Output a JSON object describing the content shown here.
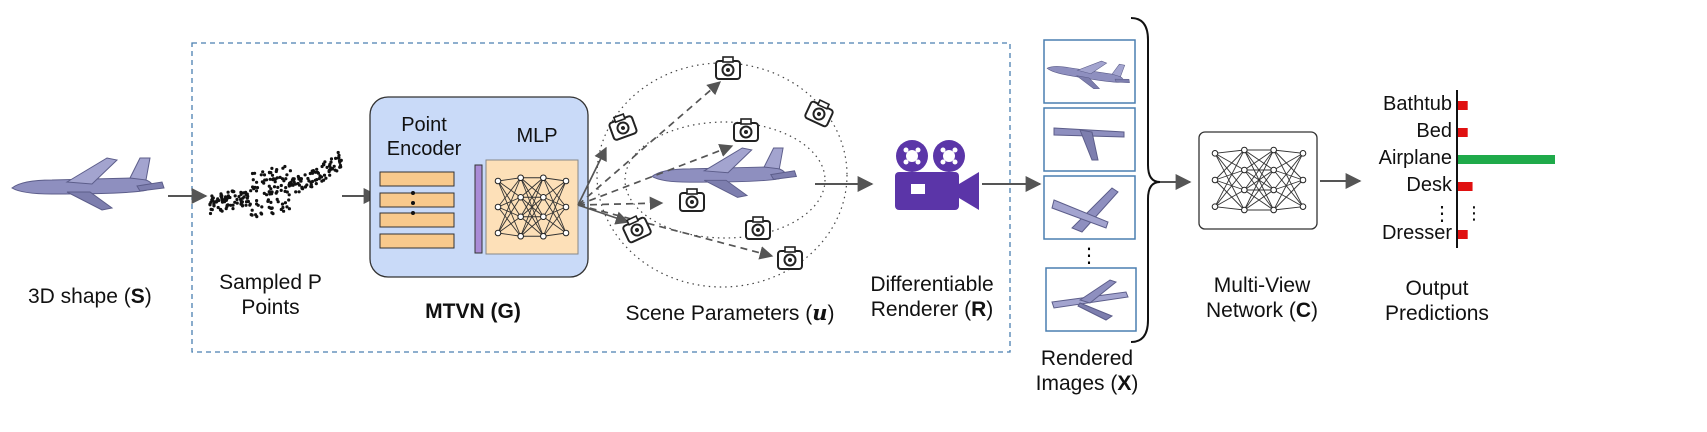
{
  "labels": {
    "shape": "3D shape",
    "shape_sym": "S",
    "sampled_line1": "Sampled P",
    "sampled_line2": "Points",
    "point_encoder_line1": "Point",
    "point_encoder_line2": "Encoder",
    "mlp": "MLP",
    "mtvn": "MTVN (G)",
    "scene_params": "Scene Parameters",
    "scene_sym": "u",
    "renderer_line1": "Differentiable",
    "renderer_line2": "Renderer",
    "renderer_sym": "R",
    "rendered_line1": "Rendered",
    "rendered_line2": "Images",
    "rendered_sym": "X",
    "mvn_line1": "Multi-View",
    "mvn_line2": "Network",
    "mvn_sym": "C",
    "output_line1": "Output",
    "output_line2": "Predictions",
    "vdots": "⋮"
  },
  "predictions": [
    {
      "label": "Bathtub",
      "score": 0.1,
      "color": "#e01010"
    },
    {
      "label": "Bed",
      "score": 0.1,
      "color": "#e01010"
    },
    {
      "label": "Airplane",
      "score": 1.0,
      "color": "#1faa4a"
    },
    {
      "label": "Desk",
      "score": 0.15,
      "color": "#e01010"
    },
    {
      "label": "⋮",
      "score": 0.0,
      "color": "#e01010"
    },
    {
      "label": "Dresser",
      "score": 0.1,
      "color": "#e01010"
    }
  ],
  "colors": {
    "mtvn_fill": "#c9daf8",
    "mlp_fill": "#fde0b8",
    "encoder_bar": "#f8c98c",
    "encoder_pool": "#a98bd6",
    "renderer": "#5b35a8",
    "dashed_box": "#4a7fb0",
    "airplane": "#8e8fbf"
  },
  "icons": {
    "airplane": "airplane-icon",
    "camera": "camera-icon",
    "movie_camera": "movie-camera-icon",
    "neural_net": "neural-network-icon"
  }
}
